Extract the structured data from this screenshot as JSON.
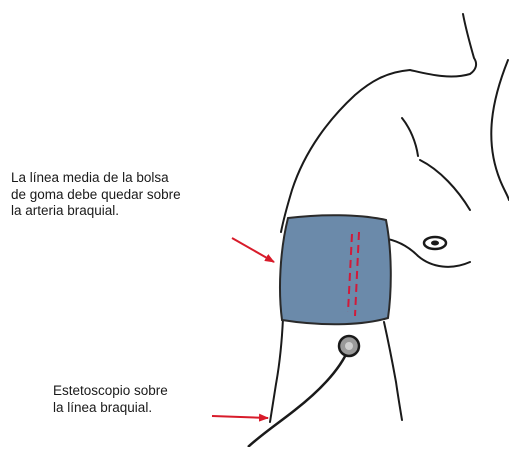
{
  "annotations": {
    "artery": {
      "lines": [
        "La línea media de la bolsa",
        "de goma debe quedar sobre",
        "la arteria braquial."
      ]
    },
    "stethoscope": {
      "lines": [
        "Estetoscopio sobre",
        "la línea braquial."
      ]
    }
  },
  "colors": {
    "cuff": "#6b8aaa",
    "midline": "#d11a3a",
    "arrow": "#d81b2a",
    "ink": "#1a1a1a"
  }
}
